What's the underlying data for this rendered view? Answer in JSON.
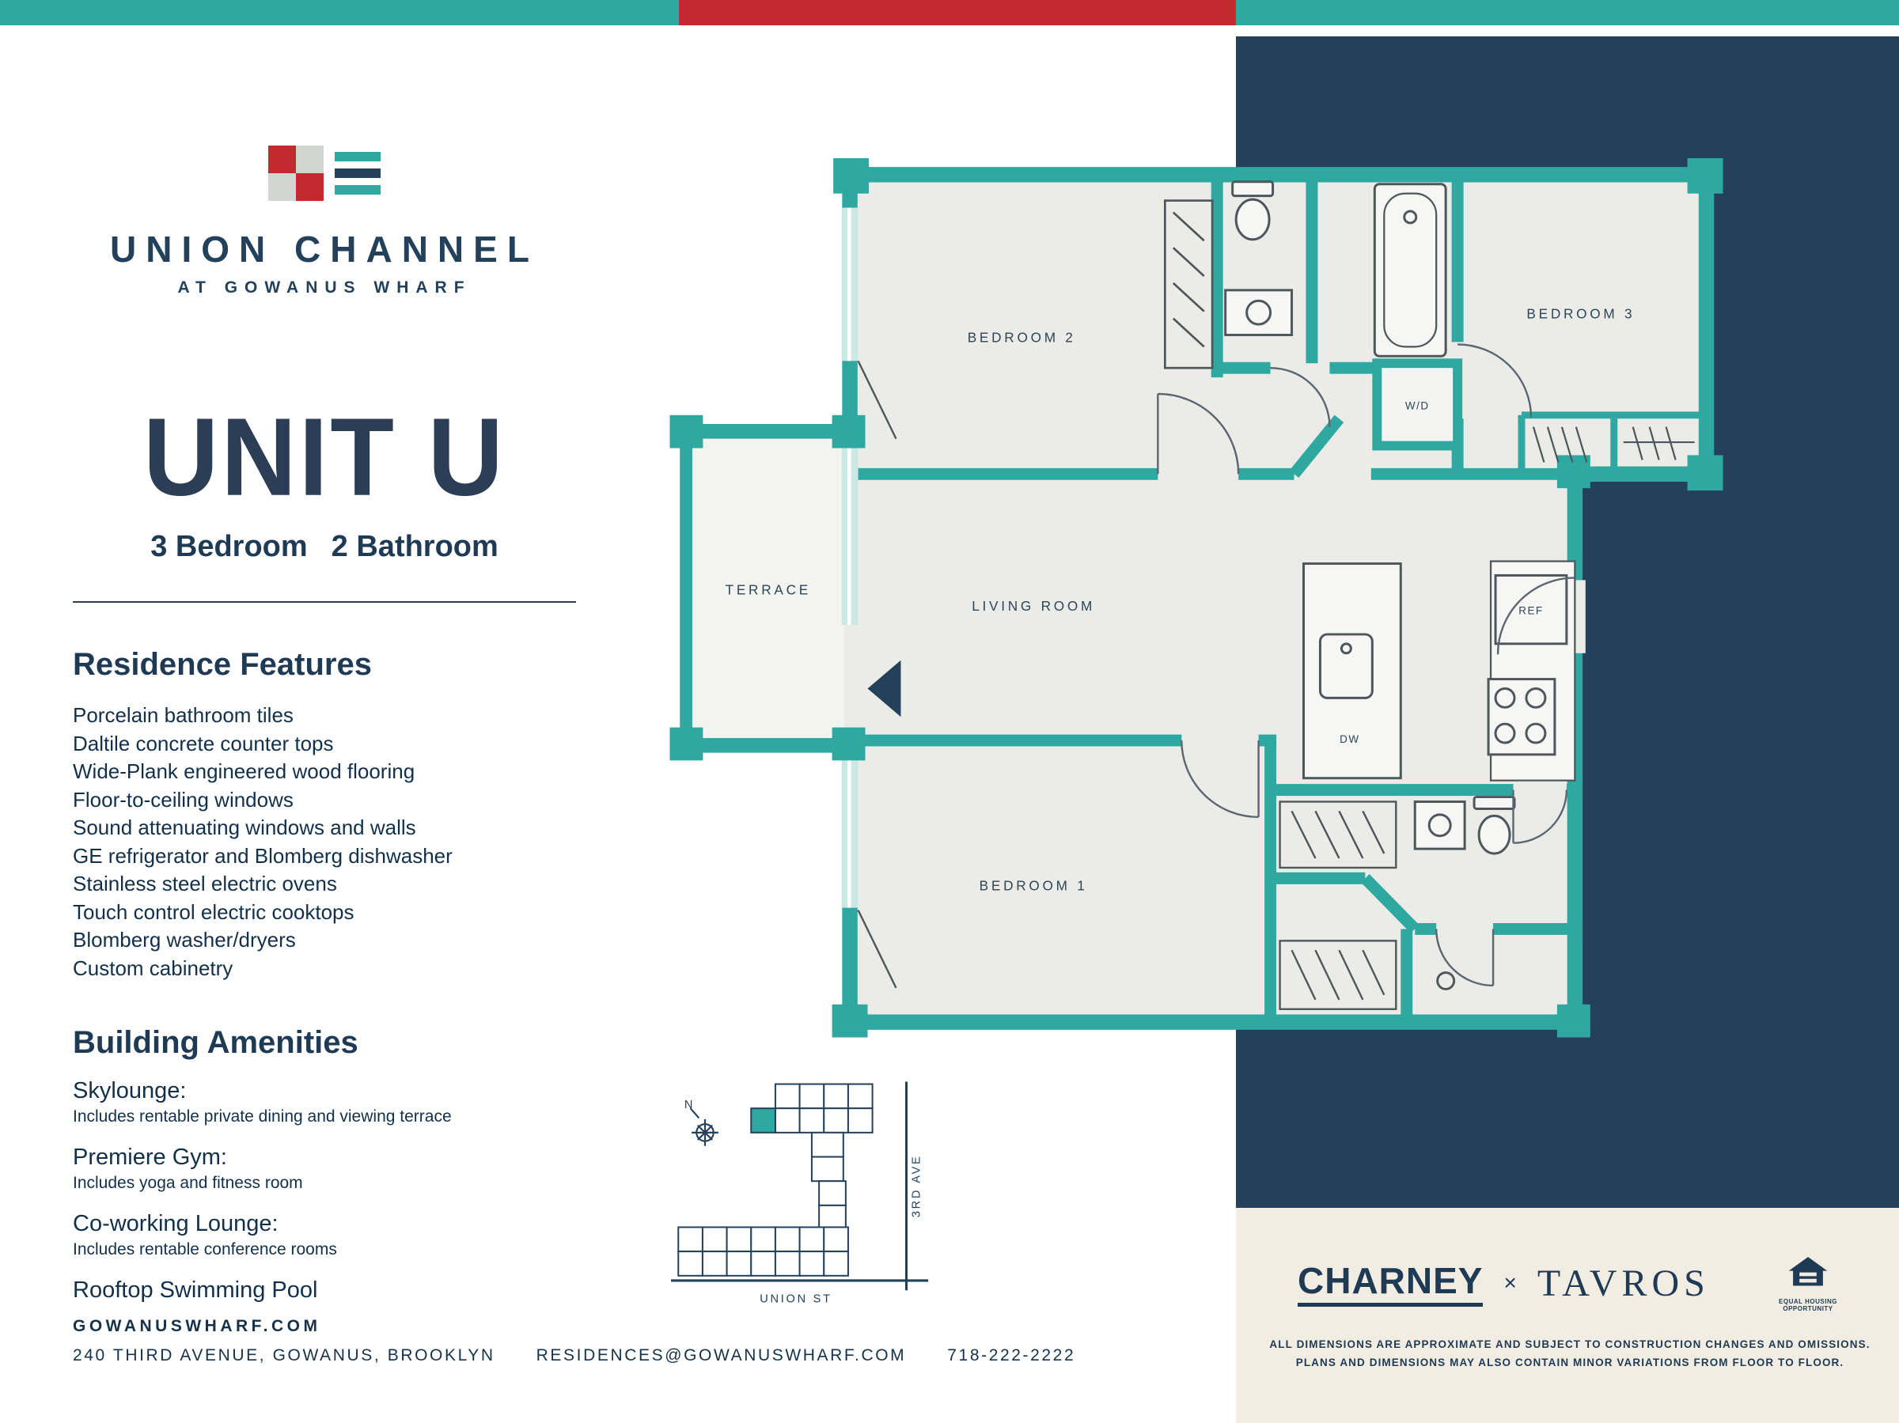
{
  "brand": {
    "name": "UNION CHANNEL",
    "tagline": "AT GOWANUS WHARF"
  },
  "unit": {
    "title": "UNIT U",
    "bedrooms": "3 Bedroom",
    "bathrooms": "2 Bathroom"
  },
  "residence_features": {
    "heading": "Residence Features",
    "items": [
      "Porcelain bathroom tiles",
      "Daltile concrete counter tops",
      "Wide-Plank engineered wood flooring",
      "Floor-to-ceiling windows",
      "Sound attenuating windows and walls",
      "GE refrigerator and Blomberg dishwasher",
      "Stainless steel electric ovens",
      "Touch control electric cooktops",
      "Blomberg washer/dryers",
      "Custom cabinetry"
    ]
  },
  "building_amenities": {
    "heading": "Building Amenities",
    "items": [
      {
        "title": "Skylounge:",
        "description": "Includes rentable private dining and viewing terrace"
      },
      {
        "title": "Premiere Gym:",
        "description": "Includes yoga and fitness room"
      },
      {
        "title": "Co-working Lounge:",
        "description": "Includes rentable conference rooms"
      },
      {
        "title": "Rooftop Swimming Pool",
        "description": ""
      }
    ]
  },
  "floor_plan": {
    "labels": {
      "bedroom_2": "BEDROOM 2",
      "bedroom_3": "BEDROOM 3",
      "bedroom_1": "BEDROOM 1",
      "living_room": "LIVING ROOM",
      "terrace": "TERRACE",
      "washer_dryer": "W/D",
      "refrigerator": "REF",
      "dishwasher": "DW"
    }
  },
  "site_map": {
    "compass": "N",
    "street_vertical": "3RD AVE",
    "street_horizontal": "UNION ST"
  },
  "footer": {
    "website": "GOWANUSWHARF.COM",
    "address": "240 THIRD AVENUE, GOWANUS, BROOKLYN",
    "email": "RESIDENCES@GOWANUSWHARF.COM",
    "phone": "718-222-2222"
  },
  "developers": {
    "charney": "CHARNEY",
    "x": "×",
    "tavros": "TAVROS"
  },
  "equal_housing": {
    "label": "EQUAL HOUSING OPPORTUNITY"
  },
  "disclaimer": {
    "line1": "ALL DIMENSIONS ARE APPROXIMATE AND SUBJECT TO CONSTRUCTION CHANGES AND OMISSIONS.",
    "line2": "PLANS AND DIMENSIONS MAY ALSO CONTAIN MINOR VARIATIONS FROM FLOOR TO FLOOR."
  },
  "colors": {
    "teal": "#2FA8A2",
    "navy": "#24405B",
    "red": "#C3292E",
    "cream": "#F1EDE3",
    "floor": "#EBEBE8"
  }
}
